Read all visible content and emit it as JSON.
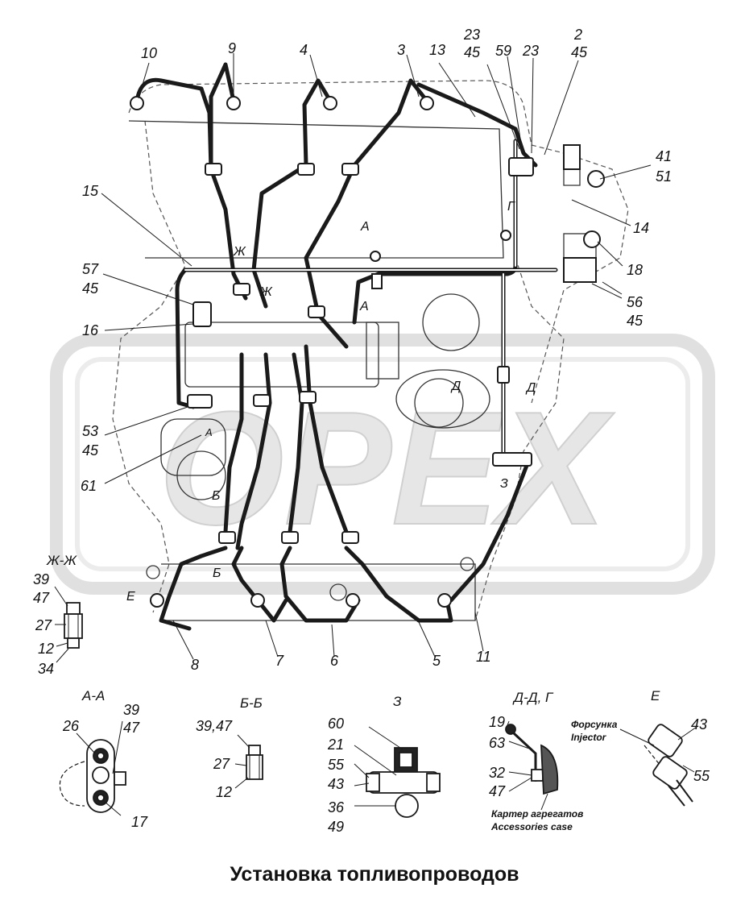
{
  "title": "Установка топливопроводов",
  "watermark": "OPEX",
  "callouts": {
    "c10": "10",
    "c9": "9",
    "c4": "4",
    "c3": "3",
    "c13": "13",
    "c23a": "23",
    "c45a": "45",
    "c59": "59",
    "c23b": "23",
    "c2": "2",
    "c45b": "45",
    "c41": "41",
    "c51": "51",
    "c14": "14",
    "c18": "18",
    "c56": "56",
    "c45c": "45",
    "c15": "15",
    "c57": "57",
    "c45d": "45",
    "c16": "16",
    "c53": "53",
    "c45e": "45",
    "c61": "61",
    "c8": "8",
    "c7": "7",
    "c6": "6",
    "c5": "5",
    "c11": "11"
  },
  "section_marks": {
    "a_top": "А",
    "a_mid": "А",
    "a_low": "А",
    "g": "Г",
    "zh1": "Ж",
    "zh2": "Ж",
    "d1": "Д",
    "d2": "Д",
    "z": "З",
    "b1": "Б",
    "b2": "Б",
    "e": "Е"
  },
  "views": {
    "zh_zh": {
      "heading": "Ж-Ж",
      "labels": [
        "39",
        "47",
        "27",
        "12",
        "34"
      ]
    },
    "a_a": {
      "heading": "А-А",
      "labels": [
        "26",
        "39",
        "47",
        "17"
      ]
    },
    "b_b": {
      "heading": "Б-Б",
      "labels": [
        "39,47",
        "27",
        "12"
      ]
    },
    "z": {
      "heading": "З",
      "labels": [
        "60",
        "21",
        "55",
        "43",
        "36",
        "49"
      ]
    },
    "d_d_g": {
      "heading": "Д-Д, Г",
      "labels": [
        "19",
        "63",
        "32",
        "47"
      ],
      "note_ru": "Картер агрегатов",
      "note_en": "Accessories case"
    },
    "e": {
      "heading": "Е",
      "labels": [
        "43",
        "55"
      ],
      "note_ru": "Форсунка",
      "note_en": "Injector"
    }
  },
  "colors": {
    "line": "#1a1a1a",
    "watermark": "#d6d6d6"
  }
}
